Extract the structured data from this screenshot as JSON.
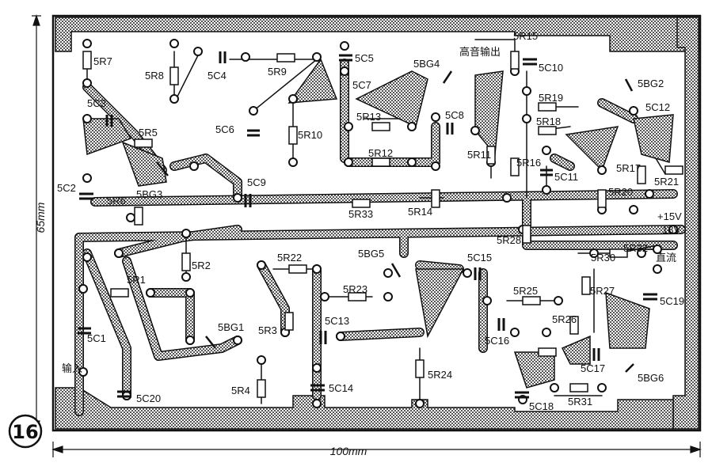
{
  "figure_number": "16",
  "dimensions": {
    "width_label": "100mm",
    "height_label": "65mm"
  },
  "components": {
    "resistors": [
      "5R7",
      "5R8",
      "5R9",
      "5R5",
      "5R10",
      "5R13",
      "5R12",
      "5R11",
      "5R15",
      "5R19",
      "5R18",
      "5R16",
      "5R17",
      "5R20",
      "5R21",
      "5R6",
      "5R33",
      "5R14",
      "5R28",
      "5R2",
      "5R1",
      "5R22",
      "5R23",
      "5R3",
      "5R4",
      "5R24",
      "5R25",
      "5R27",
      "5R26",
      "5R30",
      "5R32",
      "5R31"
    ],
    "capacitors": [
      "5C4",
      "5C3",
      "5C5",
      "5C7",
      "5C6",
      "5C8",
      "5C10",
      "5C11",
      "5C12",
      "5C2",
      "5C9",
      "5C1",
      "5C20",
      "5C13",
      "5C14",
      "5C15",
      "5C16",
      "5C17",
      "5C18",
      "5C19"
    ],
    "transistors": [
      "5BG1",
      "5BG2",
      "5BG3",
      "5BG4",
      "5BG5",
      "5BG6"
    ]
  },
  "labels": {
    "input": "输入",
    "output": "高音输出",
    "power_15v": "+15V",
    "power_18v": "18V",
    "supply_note": "直流"
  },
  "colors": {
    "ink": "#111111",
    "hatch": "#7a7a7a",
    "paper": "#ffffff"
  }
}
